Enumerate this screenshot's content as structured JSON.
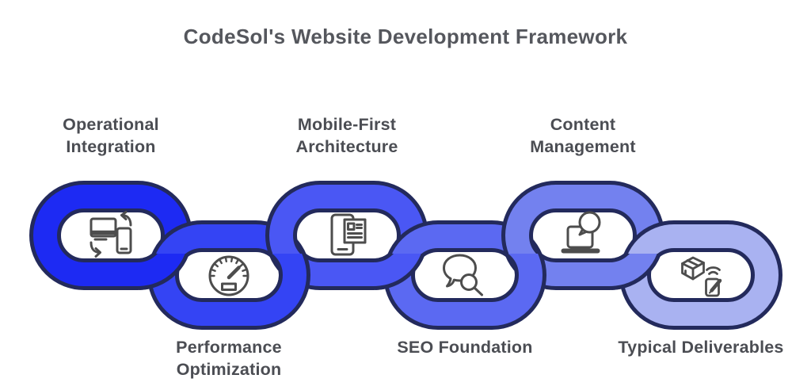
{
  "title": "CodeSol's Website Development Framework",
  "links": [
    {
      "label": "Operational\nIntegration",
      "icon": "devices-sync-icon",
      "color": "#1d2af3",
      "label_position": "top"
    },
    {
      "label": "Performance\nOptimization",
      "icon": "speedometer-icon",
      "color": "#3444f4",
      "label_position": "bottom"
    },
    {
      "label": "Mobile-First\nArchitecture",
      "icon": "mobile-document-icon",
      "color": "#4a57f4",
      "label_position": "top"
    },
    {
      "label": "SEO Foundation",
      "icon": "chat-search-icon",
      "color": "#5b69f2",
      "label_position": "bottom"
    },
    {
      "label": "Content\nManagement",
      "icon": "laptop-chat-icon",
      "color": "#7381ef",
      "label_position": "top"
    },
    {
      "label": "Typical Deliverables",
      "icon": "package-delivery-icon",
      "color": "#a9b2f1",
      "label_position": "bottom"
    }
  ],
  "colors": {
    "outline": "#232a5c",
    "icon": "#4d4d4d",
    "icon_knockout": "#ffffff",
    "title_text": "#55575d",
    "label_text": "#4b4d53",
    "background": "#ffffff"
  }
}
